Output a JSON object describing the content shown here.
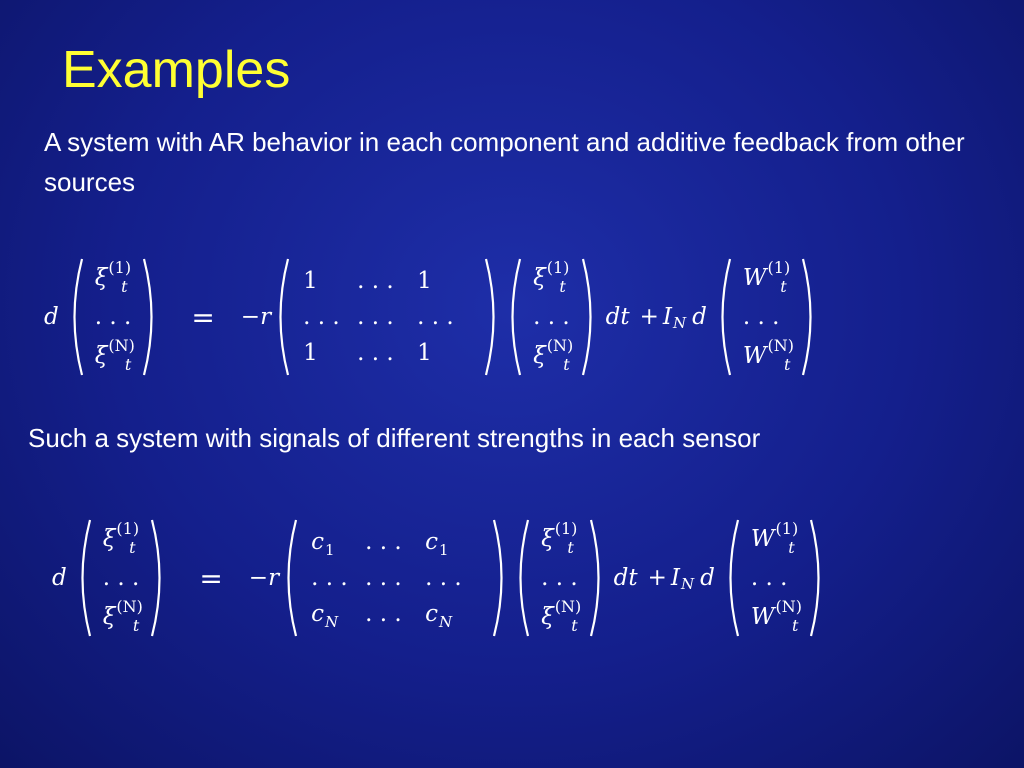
{
  "slide": {
    "title": "Examples",
    "paragraph_1": "A system with AR behavior in each component and additive feedback from other sources",
    "paragraph_2": "Such a system with signals of different strengths in each sensor"
  },
  "equation_1": {
    "d": "d",
    "xi_col": [
      {
        "base": "ξ",
        "sub": "t",
        "sup": "(1)"
      },
      {
        "text": ". . ."
      },
      {
        "base": "ξ",
        "sub": "t",
        "sup": "(N)"
      }
    ],
    "equals": "=",
    "neg_r": "−r",
    "matrix": [
      [
        "1",
        ". . .",
        "1"
      ],
      [
        ". . .",
        ". . .",
        ". . ."
      ],
      [
        "1",
        ". . .",
        "1"
      ]
    ],
    "xi_col_2": [
      {
        "base": "ξ",
        "sub": "t",
        "sup": "(1)"
      },
      {
        "text": ". . ."
      },
      {
        "base": "ξ",
        "sub": "t",
        "sup": "(N)"
      }
    ],
    "dt": "dt",
    "plus": "+",
    "I": "I",
    "I_sub": "N",
    "d2": "d",
    "W_col": [
      {
        "base": "W",
        "sub": "t",
        "sup": "(1)"
      },
      {
        "text": ". . ."
      },
      {
        "base": "W",
        "sub": "t",
        "sup": "(N)"
      }
    ]
  },
  "equation_2": {
    "d": "d",
    "xi_col": [
      {
        "base": "ξ",
        "sub": "t",
        "sup": "(1)"
      },
      {
        "text": ". . ."
      },
      {
        "base": "ξ",
        "sub": "t",
        "sup": "(N)"
      }
    ],
    "equals": "=",
    "neg_r": "−r",
    "matrix": [
      [
        {
          "base": "c",
          "idx": "1"
        },
        {
          "text": ". . ."
        },
        {
          "base": "c",
          "idx": "1"
        }
      ],
      [
        {
          "text": ". . ."
        },
        {
          "text": ". . ."
        },
        {
          "text": ". . ."
        }
      ],
      [
        {
          "base": "c",
          "idx": "N"
        },
        {
          "text": ". . ."
        },
        {
          "base": "c",
          "idx": "N"
        }
      ]
    ],
    "xi_col_2": [
      {
        "base": "ξ",
        "sub": "t",
        "sup": "(1)"
      },
      {
        "text": ". . ."
      },
      {
        "base": "ξ",
        "sub": "t",
        "sup": "(N)"
      }
    ],
    "dt": "dt",
    "plus": "+",
    "I": "I",
    "I_sub": "N",
    "d2": "d",
    "W_col": [
      {
        "base": "W",
        "sub": "t",
        "sup": "(1)"
      },
      {
        "text": ". . ."
      },
      {
        "base": "W",
        "sub": "t",
        "sup": "(N)"
      }
    ]
  }
}
